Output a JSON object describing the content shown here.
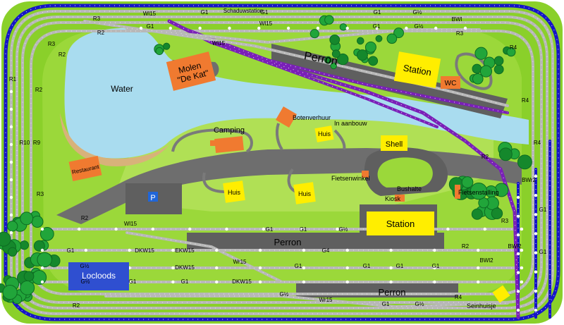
{
  "labels": {
    "water": "Water",
    "perron_top": "Perron",
    "perron_mid": "Perron",
    "perron_bottom": "Perron",
    "station_top": "Station",
    "station_bottom": "Station",
    "molen": "Molen\n\"De Kat\"",
    "wc": "WC",
    "botenverhuur": "Botenverhuur",
    "in_aanbouw": "In aanbouw",
    "huis": "Huis",
    "camping": "Camping",
    "shell": "Shell",
    "restaurant": "Restaurant",
    "parking": "P",
    "fietsenwinkel": "Fietsenwinkel",
    "bushalte": "Bushalte",
    "kiosk": "Kiosk",
    "fietsenstalling": "Fietsenstalling",
    "locloods": "Locloods",
    "seinhuisje": "Seinhuisje"
  },
  "track_labels": [
    {
      "id": "t-g1-top-a",
      "text": "G1"
    },
    {
      "id": "t-schaduw",
      "text": "Schaduwstation"
    },
    {
      "id": "t-g1-top-b",
      "text": "G1"
    },
    {
      "id": "t-g1-top-c",
      "text": "G1"
    },
    {
      "id": "t-g12-top",
      "text": "G½"
    },
    {
      "id": "t-bwl-top",
      "text": "BWl"
    },
    {
      "id": "t-wl15-a",
      "text": "Wl15"
    },
    {
      "id": "t-wl15-b",
      "text": "Wl15"
    },
    {
      "id": "t-wl15-c",
      "text": "Wl15"
    },
    {
      "id": "t-r3-tl",
      "text": "R3"
    },
    {
      "id": "t-r2-tl",
      "text": "R2"
    },
    {
      "id": "t-g1-2nd-a",
      "text": "G1"
    },
    {
      "id": "t-g1-2nd-b",
      "text": "G1"
    },
    {
      "id": "t-g12-2nd",
      "text": "G½"
    },
    {
      "id": "t-r3-tr",
      "text": "R3"
    },
    {
      "id": "t-r4-tr",
      "text": "R4"
    },
    {
      "id": "t-r4-right",
      "text": "R4"
    },
    {
      "id": "t-r3-l",
      "text": "R3"
    },
    {
      "id": "t-r2-l",
      "text": "R2"
    },
    {
      "id": "t-r2-l2",
      "text": "R2"
    },
    {
      "id": "t-r10",
      "text": "R10"
    },
    {
      "id": "t-r9",
      "text": "R9"
    },
    {
      "id": "t-r1-l",
      "text": "R1"
    },
    {
      "id": "t-r3-bl",
      "text": "R3"
    },
    {
      "id": "t-r2-bl",
      "text": "R2"
    },
    {
      "id": "t-wl15-mid",
      "text": "Wl15"
    },
    {
      "id": "t-g1-stat-a",
      "text": "G1"
    },
    {
      "id": "t-g1-stat-b",
      "text": "G1"
    },
    {
      "id": "t-g12-stat",
      "text": "G½"
    },
    {
      "id": "t-g1-b1",
      "text": "G1"
    },
    {
      "id": "t-dkw15-a",
      "text": "DKW15"
    },
    {
      "id": "t-ekw15",
      "text": "EKW15"
    },
    {
      "id": "t-g4",
      "text": "G4"
    },
    {
      "id": "t-r2-r",
      "text": "R2"
    },
    {
      "id": "t-bwl2",
      "text": "BWl2"
    },
    {
      "id": "t-g12-b2",
      "text": "G½"
    },
    {
      "id": "t-dkw15-b",
      "text": "DKW15"
    },
    {
      "id": "t-wr15-a",
      "text": "Wr15"
    },
    {
      "id": "t-g1-b2a",
      "text": "G1"
    },
    {
      "id": "t-g1-b2b",
      "text": "G1"
    },
    {
      "id": "t-g1-b2c",
      "text": "G1"
    },
    {
      "id": "t-g1-b2d",
      "text": "G1"
    },
    {
      "id": "t-bwl-b",
      "text": "BWl2"
    },
    {
      "id": "t-r4-b",
      "text": "R4"
    },
    {
      "id": "t-g12-b3",
      "text": "G½"
    },
    {
      "id": "t-g1-b3a",
      "text": "G1"
    },
    {
      "id": "t-g1-b3b",
      "text": "G1"
    },
    {
      "id": "t-dkw15-c",
      "text": "DKW15"
    },
    {
      "id": "t-g12-b4",
      "text": "G½"
    },
    {
      "id": "t-wr15-b",
      "text": "Wr15"
    },
    {
      "id": "t-g1-b4a",
      "text": "G1"
    },
    {
      "id": "t-g12-b5",
      "text": "G½"
    },
    {
      "id": "t-r2-b",
      "text": "R2"
    },
    {
      "id": "t-r2-br",
      "text": "R2"
    },
    {
      "id": "t-r3-br",
      "text": "R3"
    },
    {
      "id": "t-bwr2",
      "text": "BWr2"
    },
    {
      "id": "t-g1-r1",
      "text": "G1"
    },
    {
      "id": "t-g1-r2",
      "text": "G1"
    },
    {
      "id": "t-r4-r2",
      "text": "R4"
    }
  ],
  "colors": {
    "grass": "#8ad02a",
    "grass_dark": "#6fb81c",
    "grass_light": "#a8dc4a",
    "water": "#a9dcef",
    "beach": "#d8b27a",
    "road": "#707070",
    "platform": "#5f5f5f",
    "track_gray": "#b8b8b8",
    "track_blue": "#1515c8",
    "track_purple": "#7a1fb8",
    "building_orange": "#f07a30",
    "building_yellow": "#ffee00",
    "tree": "#21a53a"
  }
}
